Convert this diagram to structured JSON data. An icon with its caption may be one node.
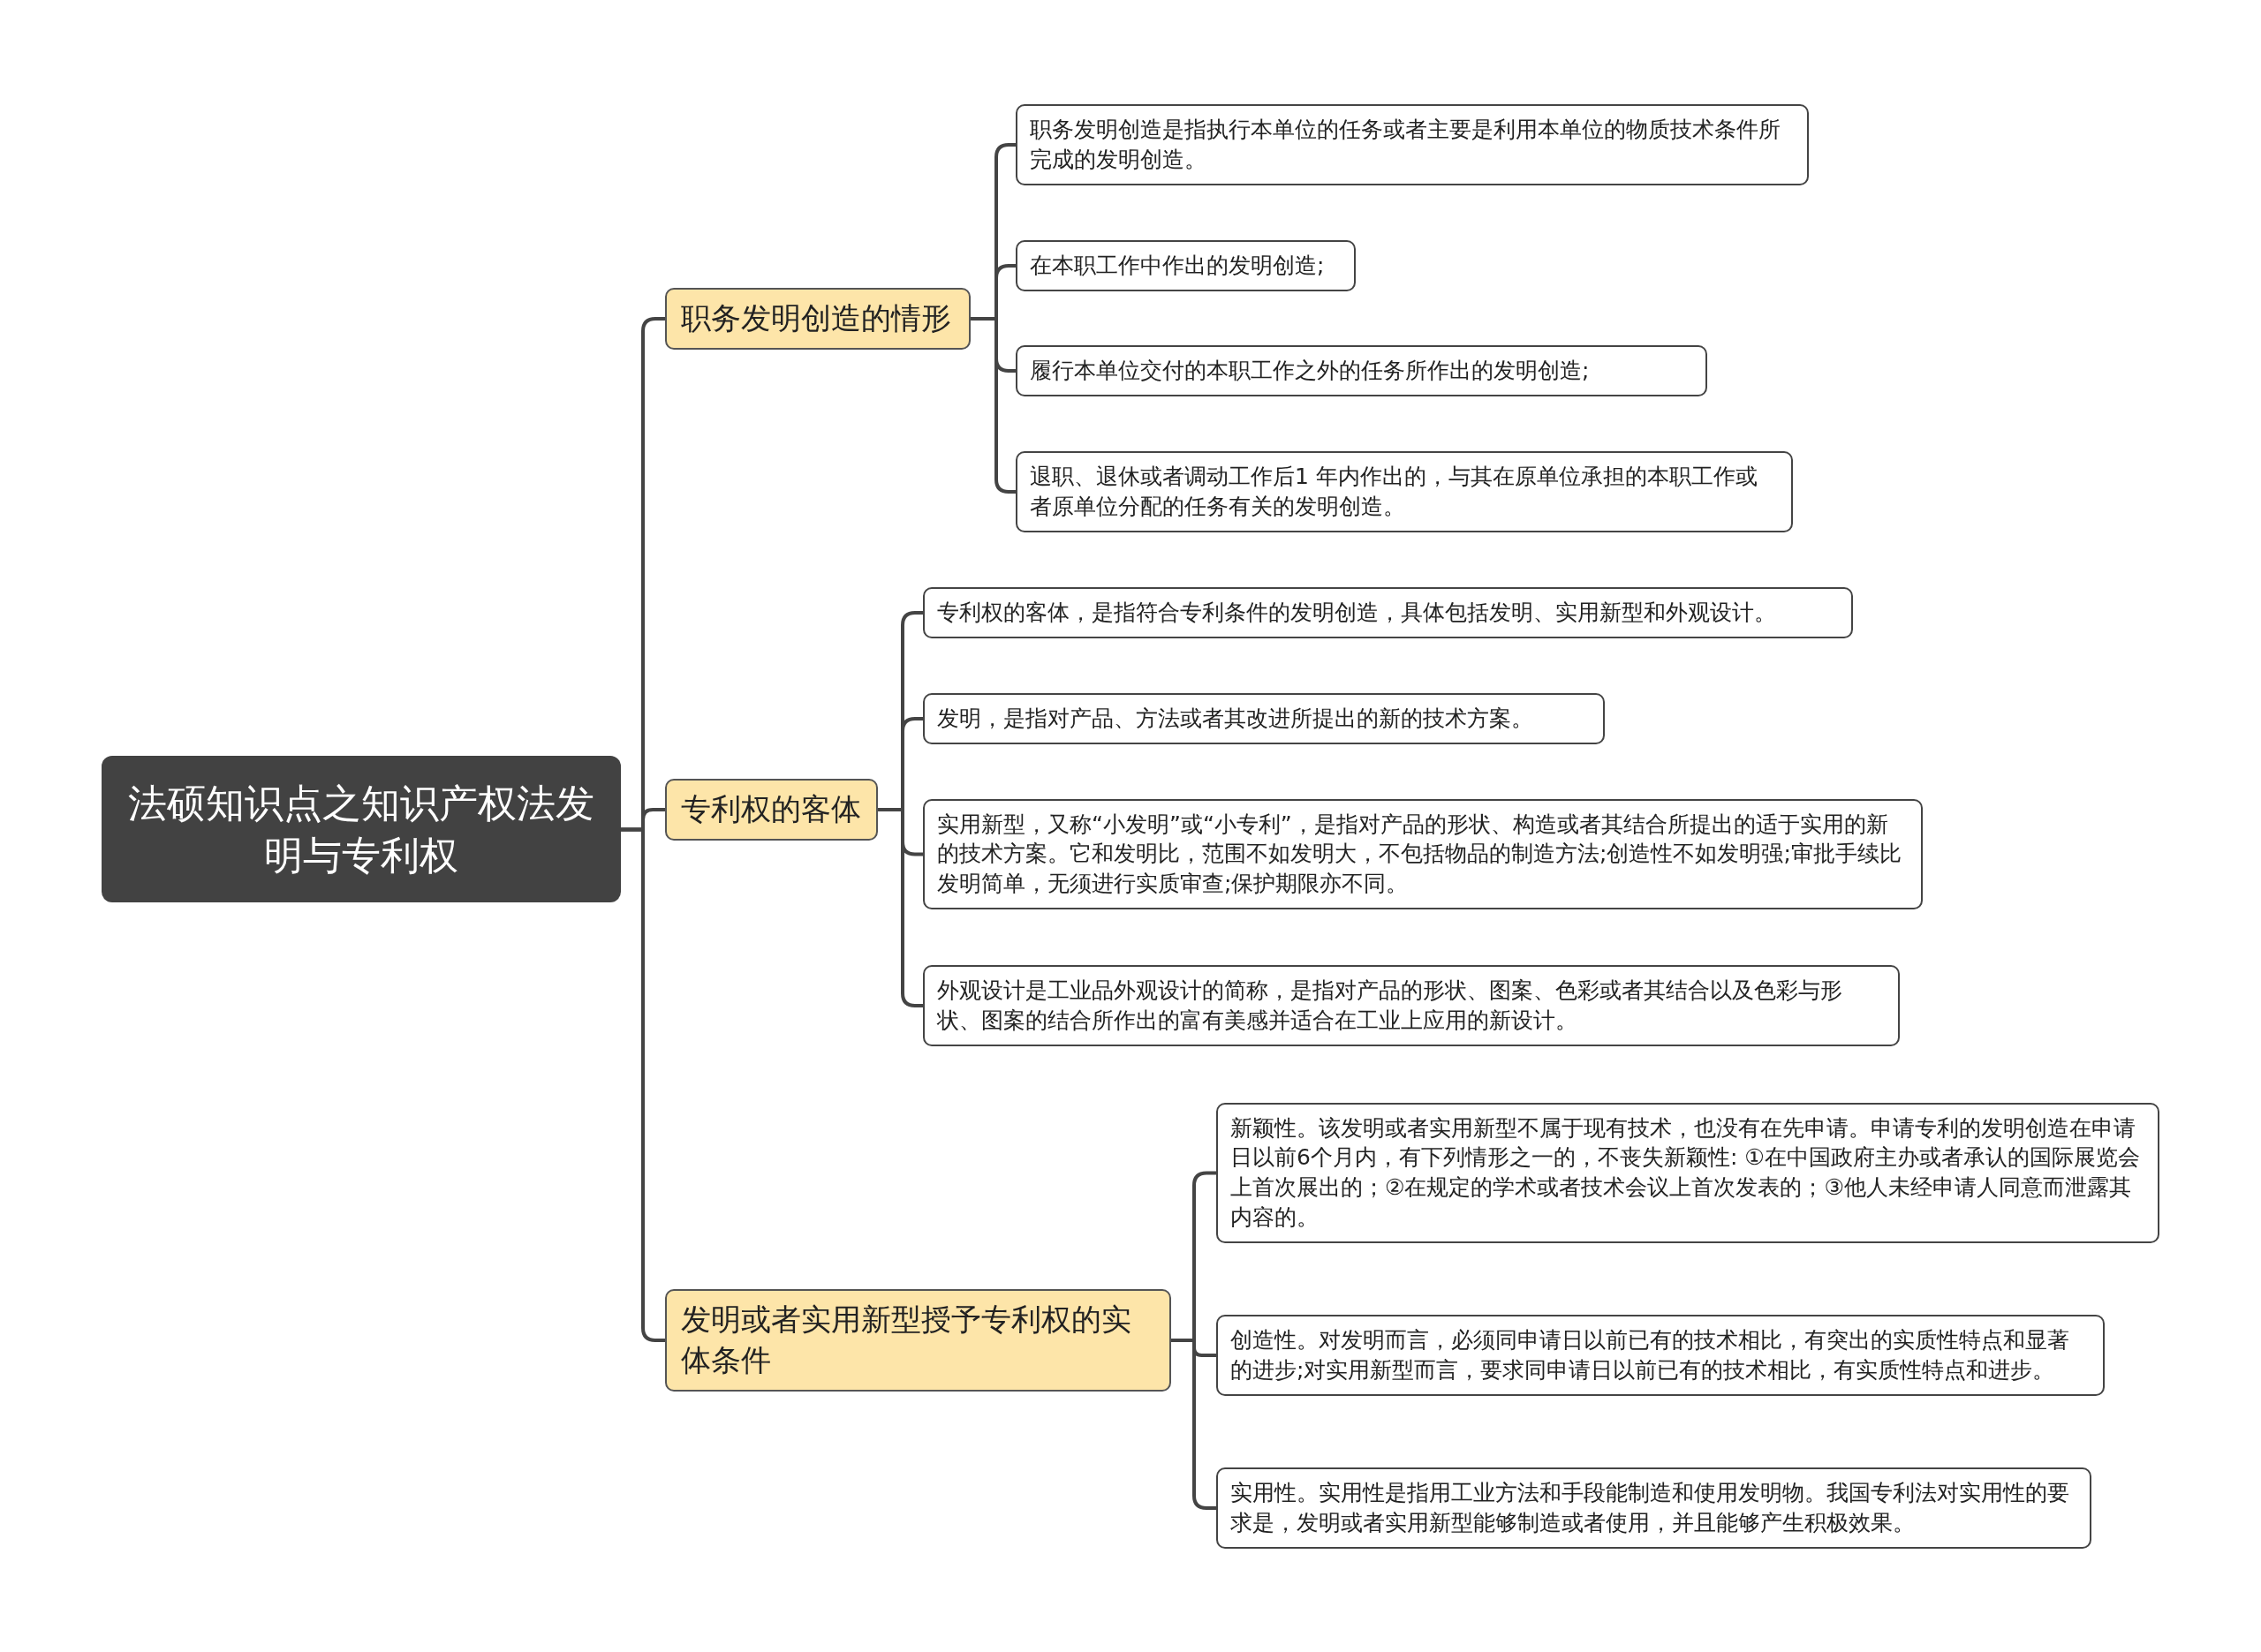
{
  "diagram": {
    "nodes": [
      {
        "text": [
          "法硕知识点之知识产权法发明与专利权"
        ]
      },
      {
        "text": [
          "职务发明创造的情形"
        ]
      },
      {
        "text": [
          "职务发明创造是指执行本单位的任务或者主要是利用本单位的物质技术条件所完成的发明创造。"
        ]
      },
      {
        "text": [
          "在本职工作中作出的发明创造;"
        ]
      },
      {
        "text": [
          "履行本单位交付的本职工作之外的任务所作出的发明创造;"
        ]
      },
      {
        "text": [
          "退职、退休或者调动工作后1 年内作出的，与其在原单位承担的本职工作或者原单位分配的任务有关的发明创造。"
        ]
      },
      {
        "text": [
          "专利权的客体"
        ]
      },
      {
        "text": [
          "专利权的客体，是指符合专利条件的发明创造，具体包括发明、实用新型和外观设计。"
        ]
      },
      {
        "text": [
          "发明，是指对产品、方法或者其改进所提出的新的技术方案。"
        ]
      },
      {
        "text": [
          "实用新型，又称“小发明”或“小专利”，是指对产品的形状、构造或者其结合所提出的适于实用的新的技术方案。它和发明比，范围不如发明大，不包括物品的制造方法;创造性不如发明强;审批手续比发明简单，无须进行实质审查;保护期限亦不同。"
        ]
      },
      {
        "text": [
          "外观设计是工业品外观设计的简称，是指对产品的形状、图案、色彩或者其结合以及色彩与形状、图案的结合所作出的富有美感并适合在工业上应用的新设计。"
        ]
      },
      {
        "text": [
          "发明或者实用新型授予专利权的实体条件"
        ]
      },
      {
        "text": [
          "新颖性。该发明或者实用新型不属于现有技术，也没有在先申请。申请专利的发明创造在申请日以前6个月内，有下列情形之一的，不丧失新颖性: ①在中国政府主办或者承认的国际展览会上首次展出的；②在规定的学术或者技术会议上首次发表的；③他人未经申请人同意而泄露其内容的。"
        ]
      },
      {
        "text": [
          "创造性。对发明而言，必须同申请日以前已有的技术相比，有突出的实质性特点和显著的进步;对实用新型而言，要求同申请日以前已有的技术相比，有实质性特点和进步。"
        ]
      },
      {
        "text": [
          "实用性。实用性是指用工业方法和手段能制造和使用发明物。我国专利法对实用性的要求是，发明或者实用新型能够制造或者使用，并且能够产生积极效果。"
        ]
      }
    ],
    "edges": [
      {
        "from": 0,
        "to": 1,
        "arrow": "none"
      },
      {
        "from": 0,
        "to": 6,
        "arrow": "none"
      },
      {
        "from": 0,
        "to": 11,
        "arrow": "none"
      },
      {
        "from": 1,
        "to": 2,
        "arrow": "none"
      },
      {
        "from": 1,
        "to": 3,
        "arrow": "none"
      },
      {
        "from": 1,
        "to": 4,
        "arrow": "none"
      },
      {
        "from": 1,
        "to": 5,
        "arrow": "none"
      },
      {
        "from": 6,
        "to": 7,
        "arrow": "none"
      },
      {
        "from": 6,
        "to": 8,
        "arrow": "none"
      },
      {
        "from": 6,
        "to": 9,
        "arrow": "none"
      },
      {
        "from": 6,
        "to": 10,
        "arrow": "none"
      },
      {
        "from": 11,
        "to": 12,
        "arrow": "none"
      },
      {
        "from": 11,
        "to": 13,
        "arrow": "none"
      },
      {
        "from": 11,
        "to": 14,
        "arrow": "none"
      }
    ]
  }
}
